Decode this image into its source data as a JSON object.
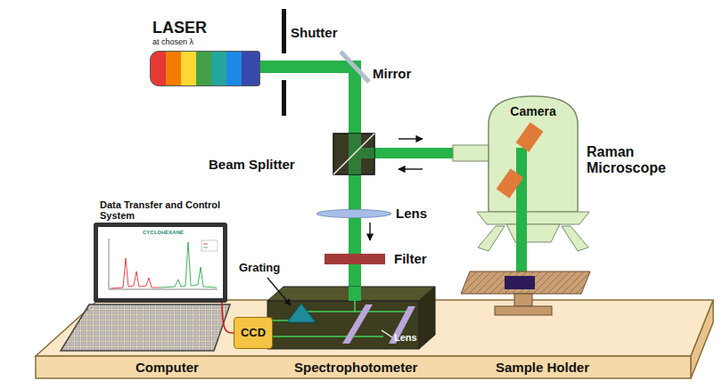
{
  "diagram": {
    "nodes": [
      {
        "text": [
          "LASER",
          "at chosen λ"
        ]
      },
      {
        "text": [
          "Camera"
        ]
      },
      {
        "text": [
          "Data Transfer and Control System"
        ]
      },
      {
        "text": [
          "CCD"
        ]
      }
    ],
    "edges": [
      {
        "from": 3,
        "to": 2,
        "arrow": "none"
      }
    ],
    "labels": [
      "Shutter",
      "Mirror",
      "Beam Splitter",
      "Lens",
      "Filter",
      "Raman Microscope",
      "Grating",
      "Lens",
      "Computer",
      "Spectrophotometer",
      "Sample Holder",
      "CYCLOHEXANE"
    ]
  }
}
